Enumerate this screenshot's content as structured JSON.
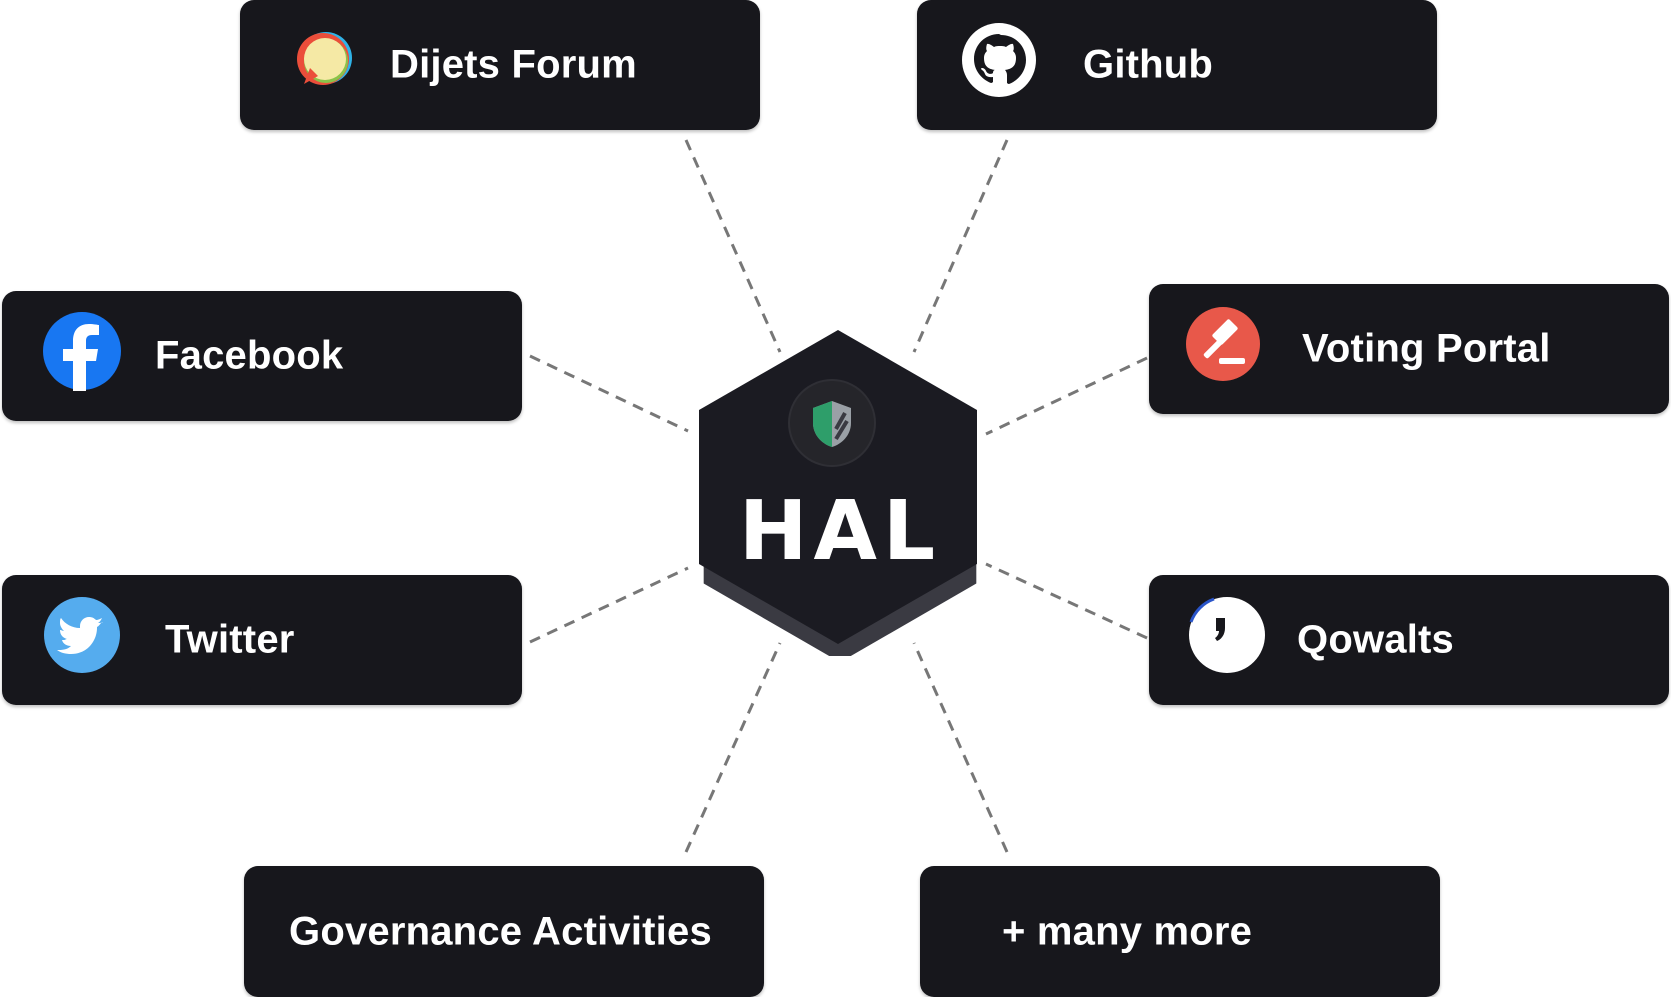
{
  "hub": {
    "title": "HAL",
    "icon": "shield-icon"
  },
  "nodes": {
    "forum": {
      "label": "Dijets Forum",
      "icon": "discourse-icon"
    },
    "github": {
      "label": "Github",
      "icon": "github-icon"
    },
    "facebook": {
      "label": "Facebook",
      "icon": "facebook-icon"
    },
    "voting": {
      "label": "Voting Portal",
      "icon": "gavel-icon"
    },
    "twitter": {
      "label": "Twitter",
      "icon": "twitter-icon"
    },
    "qowalts": {
      "label": "Qowalts",
      "icon": "qowalts-icon"
    },
    "governance": {
      "label": "Governance Activities"
    },
    "more": {
      "label": "+ many more"
    }
  },
  "colors": {
    "card_background": "#17171c",
    "text": "#ffffff",
    "connector": "#777777",
    "shield_green": "#2e9e6a",
    "facebook_blue": "#1877f2",
    "twitter_blue": "#55acee",
    "voting_red": "#e8584a"
  }
}
